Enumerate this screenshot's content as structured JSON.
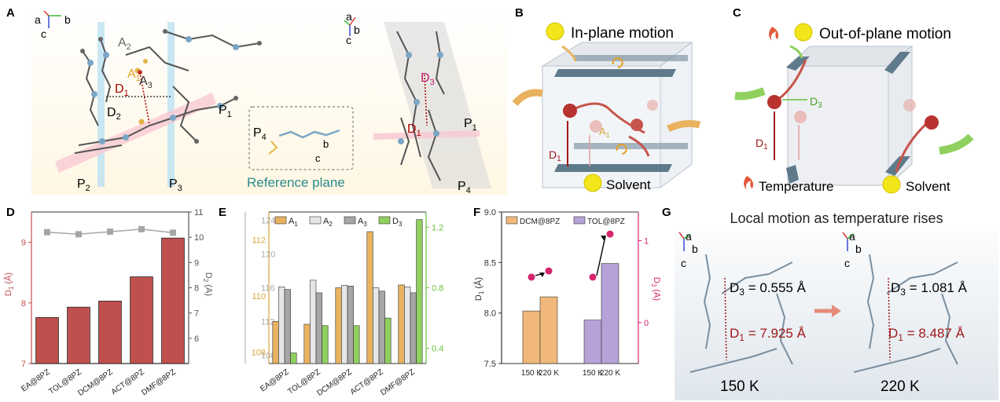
{
  "panels": {
    "A": {
      "letter": "A",
      "axes_left": {
        "a": "a",
        "b": "b",
        "c": "c"
      },
      "axes_right": {
        "a": "a",
        "b": "b",
        "c": "c"
      },
      "labels": {
        "A2": "A",
        "A2sub": "2",
        "A3": "A",
        "A3sub": "3",
        "A1": "A",
        "A1sub": "1",
        "D1": "D",
        "D1sub": "1",
        "D2": "D",
        "D2sub": "2",
        "P1": "P",
        "P1sub": "1",
        "P2": "P",
        "P2sub": "2",
        "P3": "P",
        "P3sub": "3",
        "P4": "P",
        "P4sub": "4",
        "D3r": "D",
        "D3rsub": "3",
        "D1r": "D",
        "D1rsub": "1",
        "P1r": "P",
        "P1rsub": "1",
        "P4r": "P",
        "P4rsub": "4"
      },
      "reference_plane": "Reference plane",
      "ref_axes": {
        "b": "b",
        "c": "c"
      }
    },
    "B": {
      "letter": "B",
      "title": "In-plane motion",
      "solvent": "Solvent",
      "A1": "A",
      "A1sub": "1",
      "D1": "D",
      "D1sub": "1"
    },
    "C": {
      "letter": "C",
      "title": "Out-of-plane motion",
      "temperature": "Temperature",
      "solvent": "Solvent",
      "D3": "D",
      "D3sub": "3",
      "D1": "D",
      "D1sub": "1"
    },
    "D": {
      "letter": "D"
    },
    "E": {
      "letter": "E"
    },
    "F": {
      "letter": "F"
    },
    "G": {
      "letter": "G",
      "title": "Local motion as temperature rises",
      "left": {
        "D3": "D",
        "D3sub": "3",
        "D3val": " = 0.555 Å",
        "D1": "D",
        "D1sub": "1",
        "D1val": " = 7.925 Å",
        "temp": "150 K"
      },
      "right": {
        "D3": "D",
        "D3sub": "3",
        "D3val": " = 1.081 Å",
        "D1": "D",
        "D1sub": "1",
        "D1val": " = 8.487 Å",
        "temp": "220 K"
      },
      "axes": {
        "a": "a",
        "b": "b",
        "c": "c"
      }
    }
  },
  "colors": {
    "bar_red": "#c0504d",
    "gray_marker": "#a6a6a6",
    "A1": "#e9b25f",
    "A2": "#e6e6e6",
    "A3": "#a6a6a6",
    "D3": "#8fd05f",
    "DCM": "#f0b87a",
    "TOL": "#b7a2d8",
    "D3_marker": "#d6246e",
    "axis_red": "#c0504d",
    "axis_orange": "#d6a43a",
    "axis_green": "#6abf3a",
    "axis_pink": "#d6246e"
  },
  "chart_data": [
    {
      "panel": "D",
      "type": "bar",
      "categories": [
        "EA@8PZ",
        "TOL@8PZ",
        "DCM@8PZ",
        "ACT@8PZ",
        "DMF@8PZ"
      ],
      "series": [
        {
          "name": "D1",
          "axis": "left",
          "values": [
            7.76,
            7.93,
            8.03,
            8.43,
            9.07
          ]
        },
        {
          "name": "D2",
          "axis": "right",
          "kind": "line",
          "values": [
            10.2,
            10.12,
            10.22,
            10.32,
            10.18
          ]
        }
      ],
      "ylabel_left": "D1 (Å)",
      "ylabel_left_main": "D",
      "ylabel_left_sub": "1",
      "ylabel_left_unit": " (Å)",
      "ylim_left": [
        7,
        9.5
      ],
      "yticks_left": [
        "7",
        "8",
        "9"
      ],
      "ylabel_right": "D2 (Å)",
      "ylabel_right_main": "D",
      "ylabel_right_sub": "2",
      "ylabel_right_unit": " (Å)",
      "ylim_right": [
        5,
        11
      ],
      "yticks_right": [
        "6",
        "7",
        "8",
        "9",
        "10",
        "11"
      ]
    },
    {
      "panel": "E",
      "type": "bar",
      "categories": [
        "EA@8PZ",
        "TOL@8PZ",
        "DCM@8PZ",
        "ACT@8PZ",
        "DMF@8PZ"
      ],
      "legend": [
        {
          "main": "A",
          "sub": "1"
        },
        {
          "main": "A",
          "sub": "2"
        },
        {
          "main": "A",
          "sub": "3"
        },
        {
          "main": "D",
          "sub": "3"
        }
      ],
      "series": [
        {
          "name": "A1",
          "axis": "orange",
          "values": [
            109.1,
            109.0,
            110.3,
            112.3,
            110.4
          ]
        },
        {
          "name": "A2",
          "axis": "gray",
          "values": [
            116.1,
            116.9,
            116.3,
            116.0,
            116.1
          ]
        },
        {
          "name": "A3",
          "axis": "gray",
          "values": [
            115.8,
            115.4,
            116.2,
            115.6,
            115.4
          ]
        },
        {
          "name": "D3",
          "axis": "green",
          "values": [
            0.37,
            0.55,
            0.55,
            0.6,
            1.25
          ]
        }
      ],
      "axis_orange": {
        "ylim": [
          107.6,
          113
        ],
        "ticks": [
          "108",
          "110",
          "112"
        ]
      },
      "axis_gray": {
        "ylim": [
          107,
          125
        ],
        "ticks": [
          "108",
          "112",
          "116",
          "120",
          "124"
        ]
      },
      "axis_green": {
        "ylim": [
          0.3,
          1.3
        ],
        "ticks": [
          "0.4",
          "0.8",
          "1.2"
        ]
      }
    },
    {
      "panel": "F",
      "type": "bar",
      "categories": [
        "150 K",
        "220 K",
        "150 K",
        "220 K"
      ],
      "legend": [
        "DCM@8PZ",
        "TOL@8PZ"
      ],
      "series": [
        {
          "name": "DCM@8PZ",
          "values": [
            8.02,
            8.16
          ]
        },
        {
          "name": "TOL@8PZ",
          "values": [
            7.93,
            8.49
          ]
        },
        {
          "name": "D3",
          "axis": "right",
          "kind": "scatter",
          "values": [
            0.555,
            0.63,
            0.555,
            1.081
          ]
        }
      ],
      "ylabel_left_main": "D",
      "ylabel_left_sub": "1",
      "ylabel_left_unit": " (Å)",
      "ylim_left": [
        7.5,
        9.0
      ],
      "yticks_left": [
        "7.5",
        "8.0",
        "8.5",
        "9.0"
      ],
      "ylabel_right_main": "D",
      "ylabel_right_sub": "3",
      "ylabel_right_unit": " (Å)",
      "ylim_right": [
        -0.5,
        1.35
      ],
      "yticks_right": [
        "0",
        "1"
      ]
    }
  ]
}
